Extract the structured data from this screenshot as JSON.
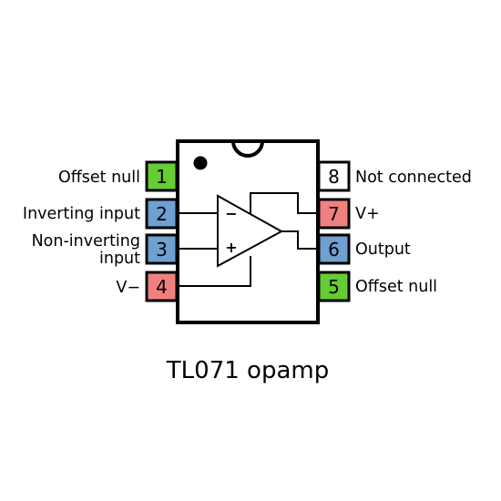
{
  "caption": "TL071 opamp",
  "pins": [
    {
      "number": "1",
      "label": "Offset null",
      "color": "#66cc33"
    },
    {
      "number": "2",
      "label": "Inverting input",
      "color": "#6fa0d0"
    },
    {
      "number": "3",
      "label_lines": [
        "Non-inverting",
        "input"
      ],
      "color": "#6fa0d0"
    },
    {
      "number": "4",
      "label": "V−",
      "color": "#f08080"
    },
    {
      "number": "5",
      "label": "Offset null",
      "color": "#66cc33"
    },
    {
      "number": "6",
      "label": "Output",
      "color": "#6fa0d0"
    },
    {
      "number": "7",
      "label": "V+",
      "color": "#f08080"
    },
    {
      "number": "8",
      "label": "Not connected",
      "color": "#ffffff"
    }
  ],
  "opamp": {
    "inverting_sign": "−",
    "noninverting_sign": "+"
  }
}
